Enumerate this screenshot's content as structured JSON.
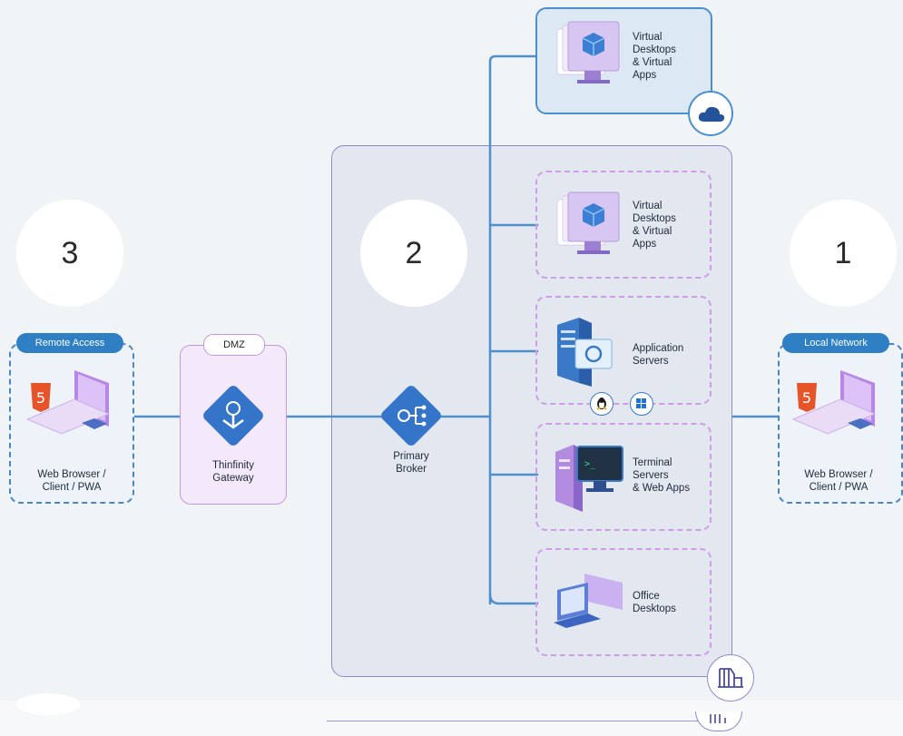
{
  "zones": {
    "remote": {
      "number": "3",
      "tag": "Remote Access",
      "device_label": "Web Browser /\nClient / PWA"
    },
    "broker": {
      "number": "2"
    },
    "local": {
      "number": "1",
      "tag": "Local Network",
      "device_label": "Web Browser /\nClient / PWA"
    }
  },
  "dmz": {
    "tag": "DMZ",
    "label": "Thinfinity\nGateway"
  },
  "primary_broker": {
    "label": "Primary\nBroker"
  },
  "resources": {
    "cloud_vdi": {
      "label": "Virtual\nDesktops\n& Virtual\nApps",
      "badge_icon": "cloud-icon"
    },
    "vdi": {
      "label": "Virtual\nDesktops\n& Virtual\nApps"
    },
    "app_servers": {
      "label": "Application\nServers",
      "os_icons": [
        "linux-icon",
        "windows-icon"
      ]
    },
    "terminal": {
      "label": "Terminal\nServers\n& Web Apps"
    },
    "office": {
      "label": "Office\nDesktops"
    }
  },
  "colors": {
    "blue": "#2f7fc5",
    "purple": "#c595e0",
    "line": "#4f8fcb",
    "broker_bg": "#e6e9f2"
  }
}
